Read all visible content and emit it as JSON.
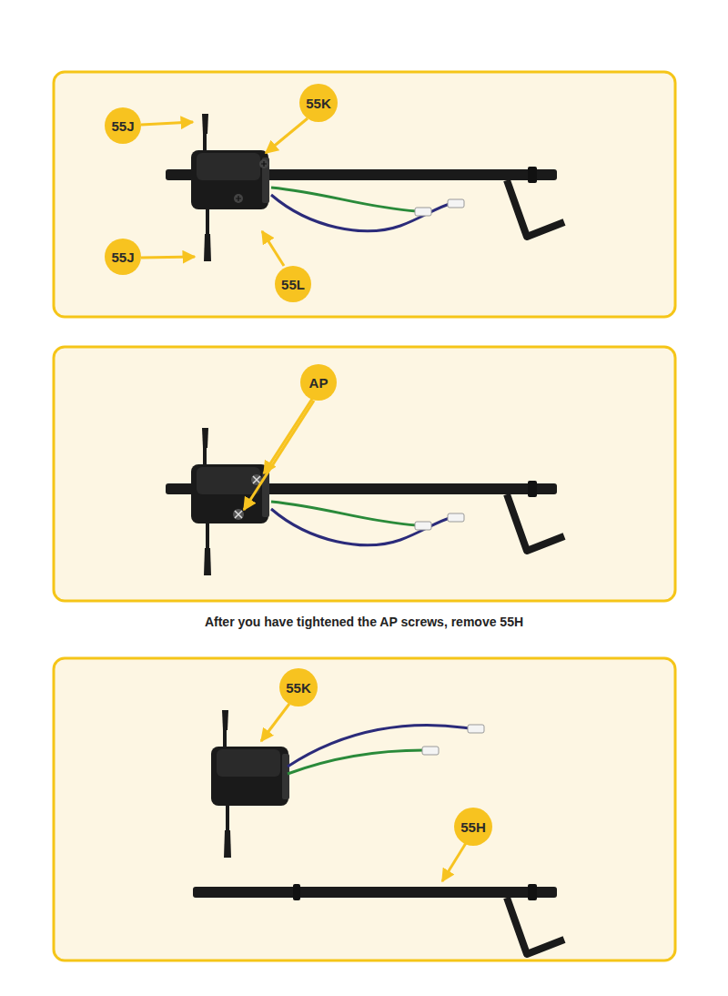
{
  "diagram": {
    "nodes": [
      {
        "text": [
          "55J"
        ]
      },
      {
        "text": [
          "55K"
        ]
      },
      {
        "text": [
          "55J"
        ]
      },
      {
        "text": [
          "55L"
        ]
      },
      {
        "text": [
          "AP"
        ]
      },
      {
        "text": [
          "55K"
        ]
      },
      {
        "text": [
          "55H"
        ]
      }
    ],
    "labels": [
      "After you have tightened the AP screws, remove 55H"
    ]
  }
}
